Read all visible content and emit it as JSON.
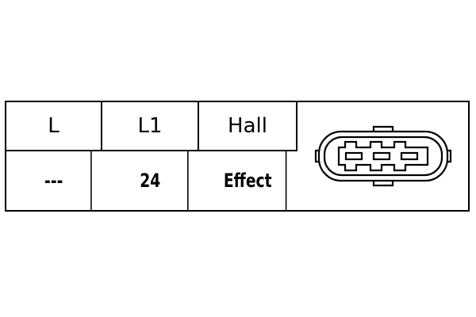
{
  "table": {
    "headers": [
      "L",
      "L1",
      "Hall"
    ],
    "values": [
      "---",
      "24",
      "Effect"
    ]
  },
  "connector": {
    "pin_count": 3,
    "icon": "3-pin-connector-icon",
    "stroke_color": "#000000"
  },
  "colors": {
    "line": "#000000",
    "background": "#ffffff"
  }
}
